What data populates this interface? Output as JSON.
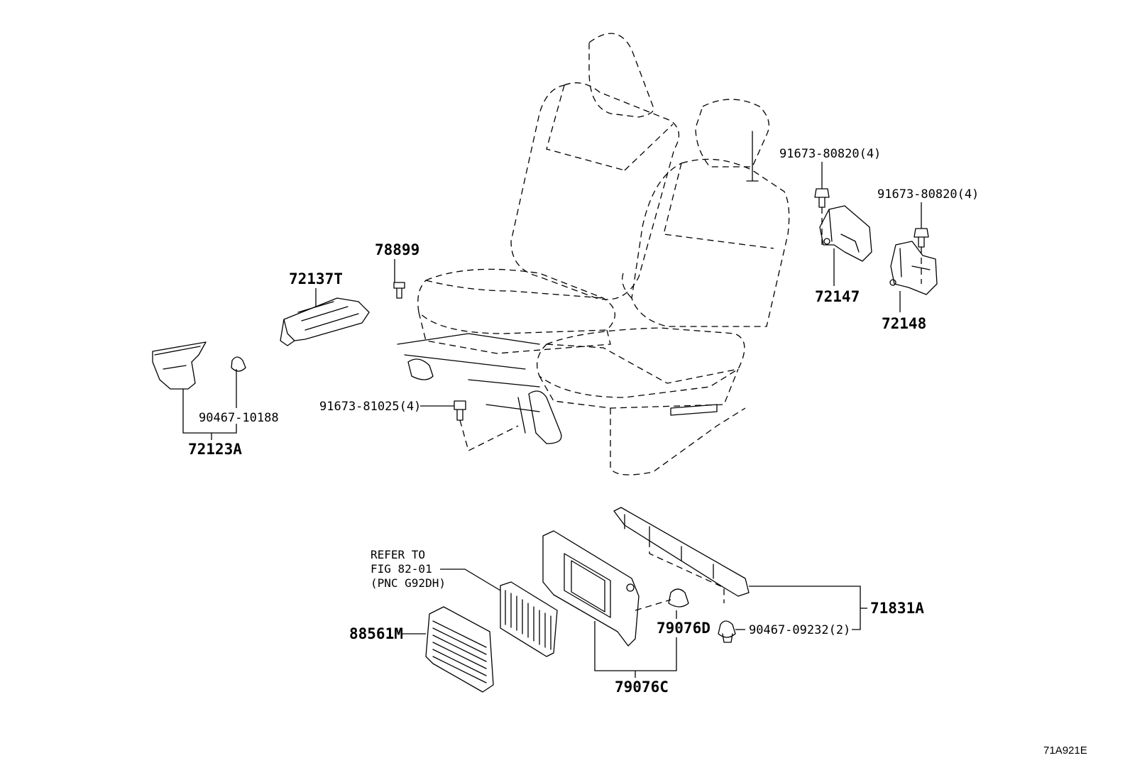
{
  "figure_id": "71A921E",
  "reference_note": {
    "line1": "REFER TO",
    "line2": "FIG 82-01",
    "line3": "(PNC G92DH)"
  },
  "parts": {
    "p72123A": "72123A",
    "p90467_10188": "90467-10188",
    "p72137T": "72137T",
    "p78899": "78899",
    "p91673_81025": "91673-81025(4)",
    "p91673_80820_a": "91673-80820(4)",
    "p91673_80820_b": "91673-80820(4)",
    "p72147": "72147",
    "p72148": "72148",
    "p88561M": "88561M",
    "p79076D": "79076D",
    "p79076C": "79076C",
    "p90467_09232": "90467-09232(2)",
    "p71831A": "71831A"
  }
}
